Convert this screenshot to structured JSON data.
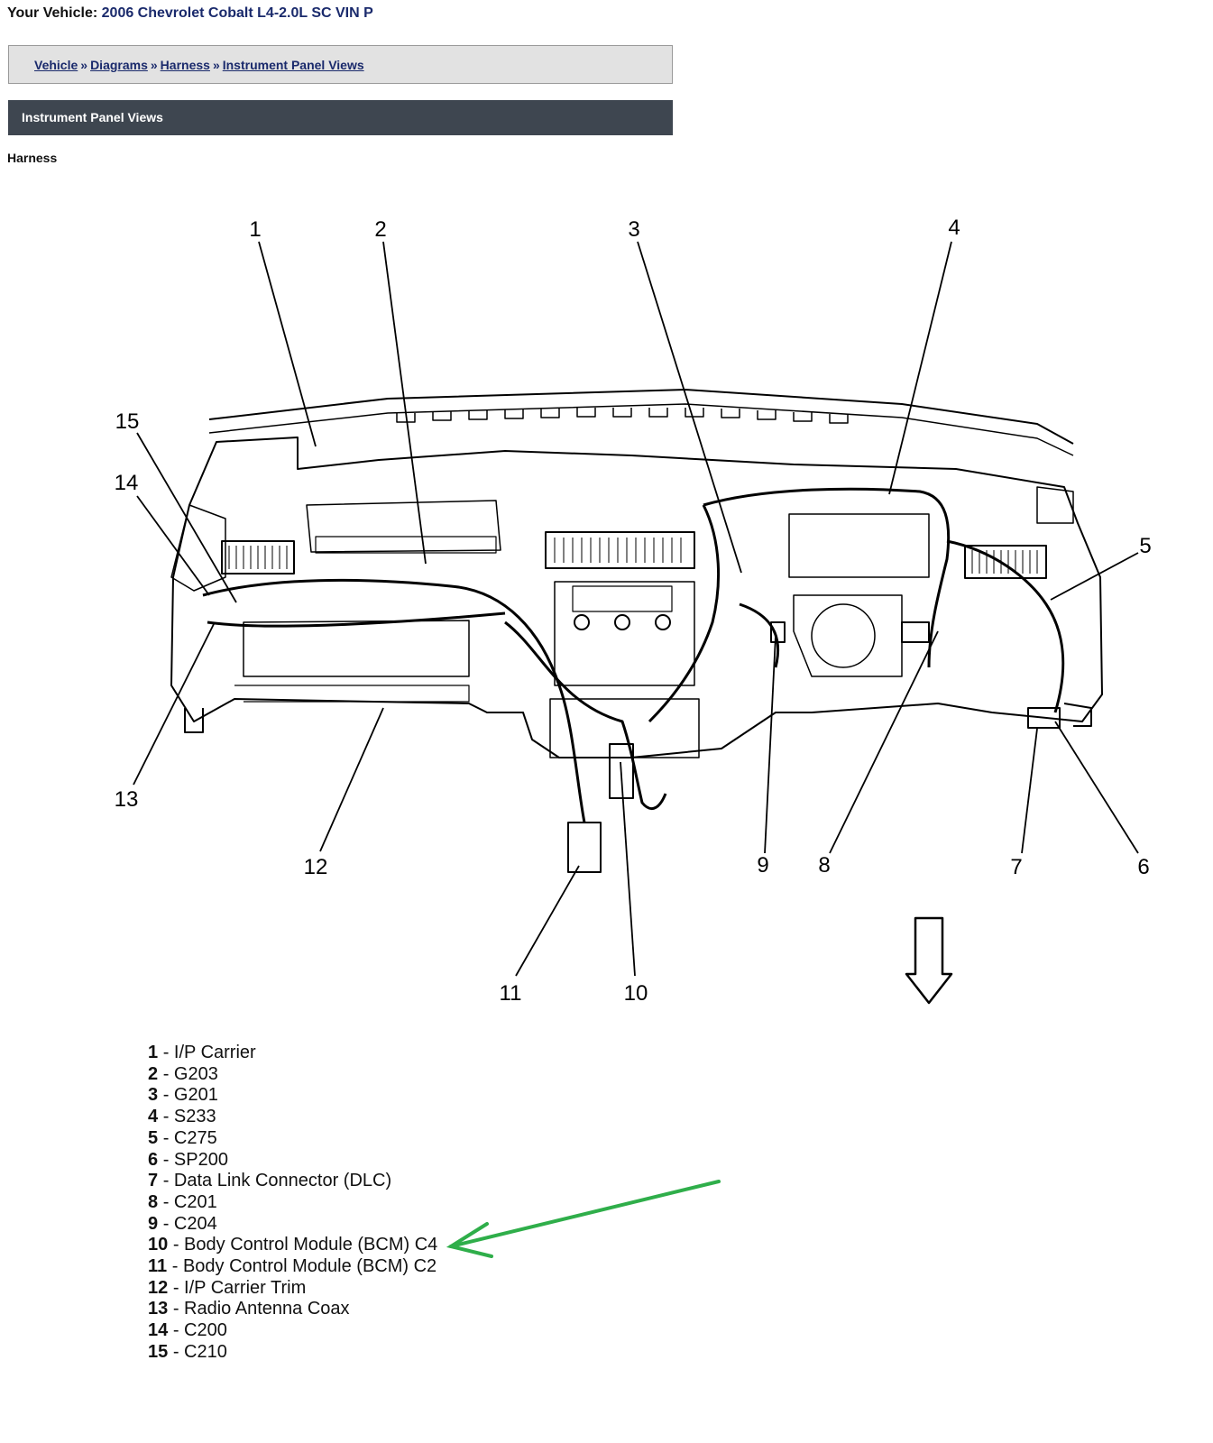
{
  "header": {
    "vehicle_label": "Your Vehicle:",
    "vehicle_name": "2006 Chevrolet Cobalt L4-2.0L SC VIN P"
  },
  "breadcrumb": [
    "Vehicle",
    "Diagrams",
    "Harness",
    "Instrument Panel Views"
  ],
  "breadcrumb_separator": "»",
  "section_title": "Instrument Panel Views",
  "subheading": "Harness",
  "callout_numbers": [
    "1",
    "2",
    "3",
    "4",
    "5",
    "6",
    "7",
    "8",
    "9",
    "10",
    "11",
    "12",
    "13",
    "14",
    "15"
  ],
  "legend": [
    {
      "num": "1",
      "label": "I/P Carrier"
    },
    {
      "num": "2",
      "label": "G203"
    },
    {
      "num": "3",
      "label": "G201"
    },
    {
      "num": "4",
      "label": "S233"
    },
    {
      "num": "5",
      "label": "C275"
    },
    {
      "num": "6",
      "label": "SP200"
    },
    {
      "num": "7",
      "label": "Data Link Connector (DLC)"
    },
    {
      "num": "8",
      "label": "C201"
    },
    {
      "num": "9",
      "label": "C204"
    },
    {
      "num": "10",
      "label": "Body Control Module (BCM) C4"
    },
    {
      "num": "11",
      "label": "Body Control Module (BCM) C2"
    },
    {
      "num": "12",
      "label": "I/P Carrier Trim"
    },
    {
      "num": "13",
      "label": "Radio Antenna Coax"
    },
    {
      "num": "14",
      "label": "C200"
    },
    {
      "num": "15",
      "label": "C210"
    }
  ],
  "legend_separator": "-",
  "colors": {
    "link": "#1a2a6c",
    "section_bar": "#3e4650",
    "breadcrumb_bg": "#e2e2e2",
    "highlight_arrow": "#2fae4a"
  }
}
